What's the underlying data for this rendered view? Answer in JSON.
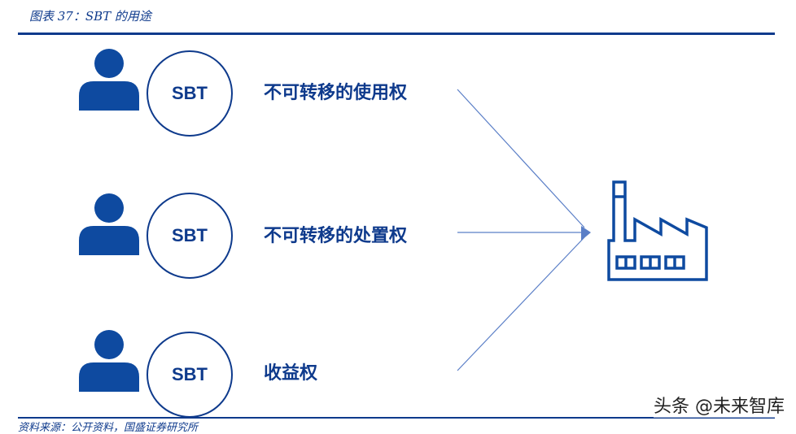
{
  "figure": {
    "caption": "图表 37：SBT 的用途",
    "source": "资料来源：公开资料，国盛证券研究所",
    "watermark": "头条 @未来智库"
  },
  "rows": [
    {
      "token": "SBT",
      "label": "不可转移的使用权"
    },
    {
      "token": "SBT",
      "label": "不可转移的处置权"
    },
    {
      "token": "SBT",
      "label": "收益权"
    }
  ],
  "colors": {
    "primary": "#0e3a8c",
    "icon": "#0e4aa0",
    "arrow": "#5b7fc7"
  },
  "icons": {
    "person": "person-icon",
    "target": "factory-icon"
  }
}
